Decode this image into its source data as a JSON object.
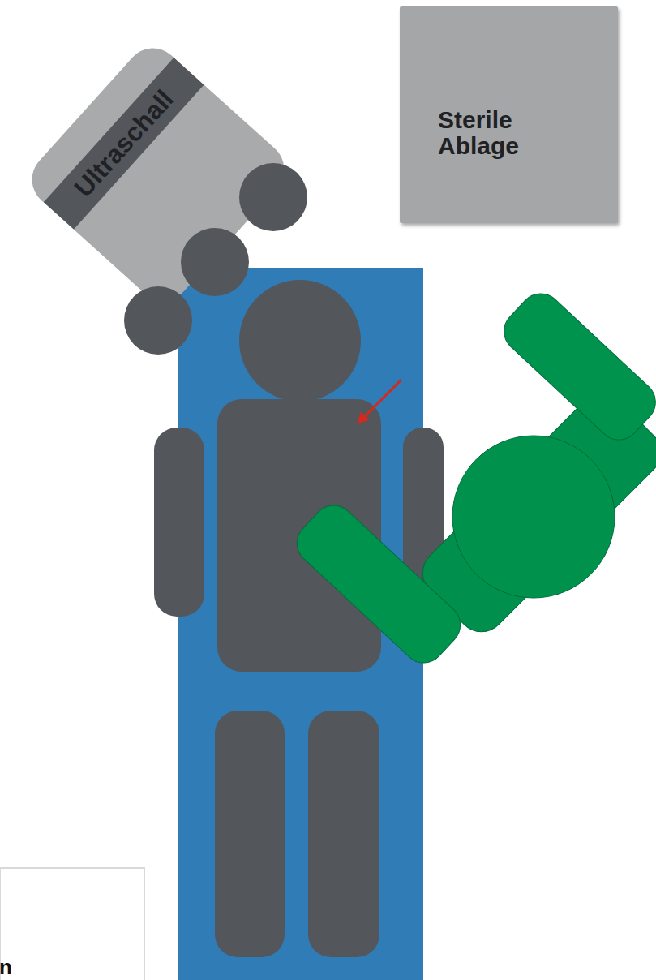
{
  "diagram": {
    "nodes": [
      {
        "text": [
          "Ultraschall"
        ]
      },
      {
        "text": [
          "Sterile Ablage"
        ]
      }
    ],
    "edges": [],
    "labels": [
      "n"
    ]
  }
}
